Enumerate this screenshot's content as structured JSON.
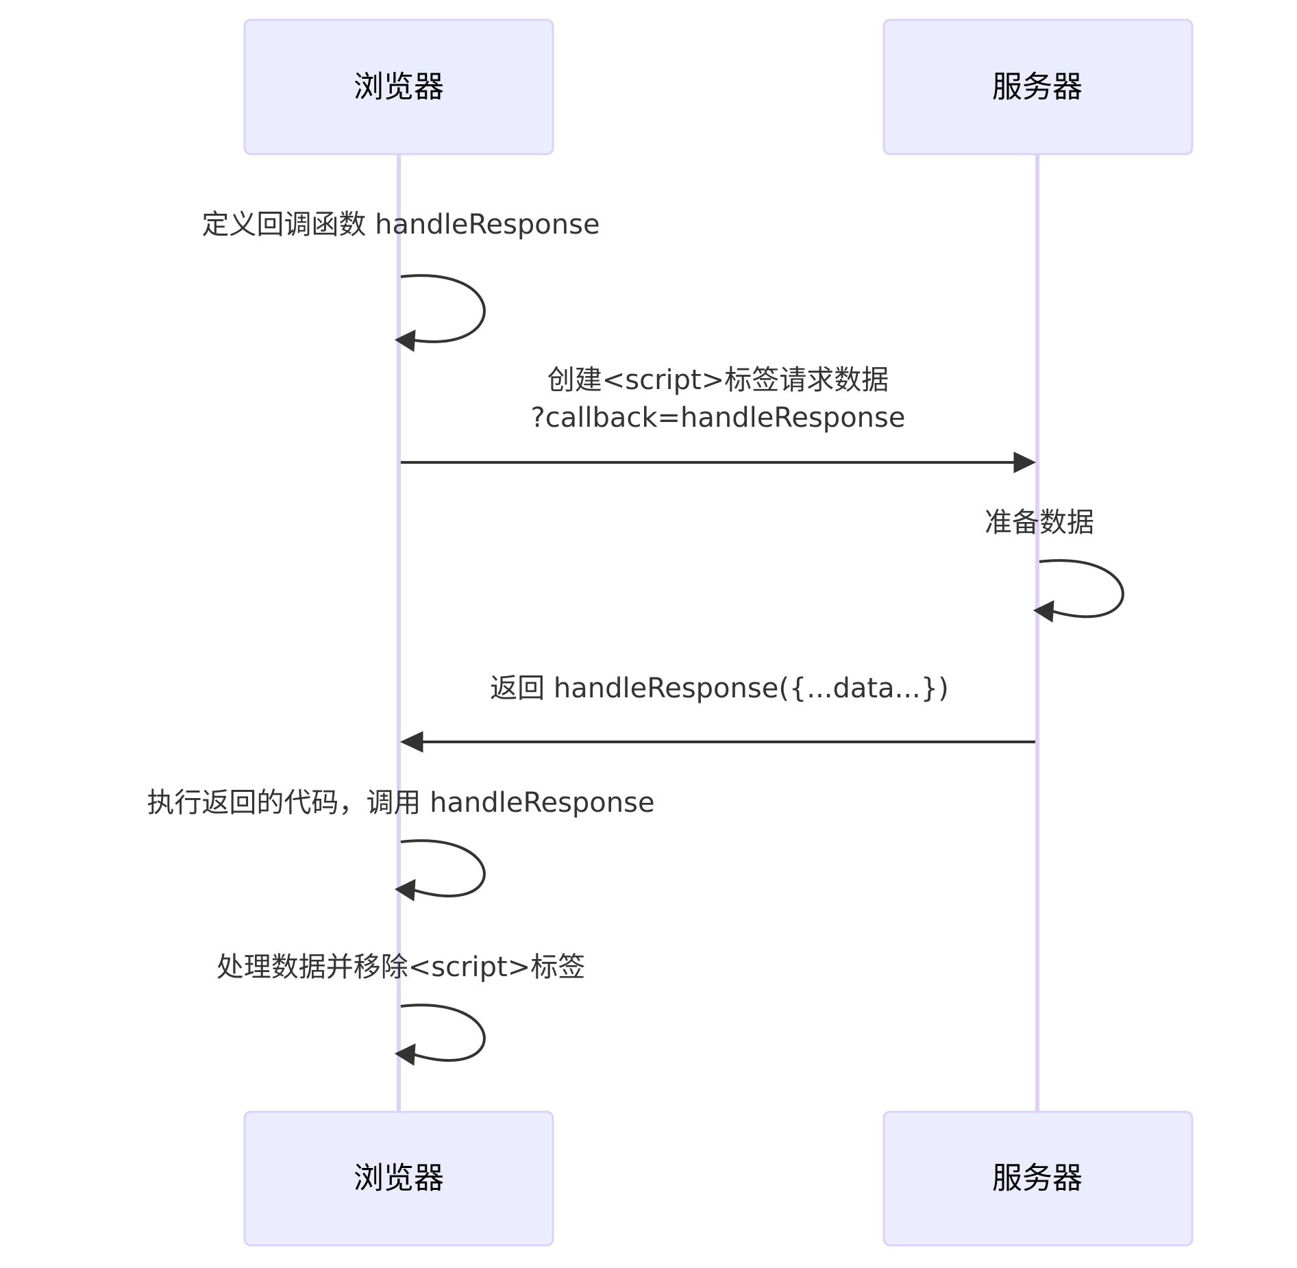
{
  "diagram": {
    "type": "sequence",
    "colors": {
      "actor_fill": "#ECECFF",
      "actor_stroke": "#DDD2F5",
      "lifeline": "#DDD2F5",
      "message": "#333333",
      "actor_text": "#000000"
    },
    "participants": [
      {
        "id": "browser",
        "label": "浏览器"
      },
      {
        "id": "server",
        "label": "服务器"
      }
    ],
    "messages": [
      {
        "from": "browser",
        "to": "browser",
        "lines": [
          "定义回调函数 handleResponse"
        ]
      },
      {
        "from": "browser",
        "to": "server",
        "lines": [
          "创建<script>标签请求数据",
          "?callback=handleResponse"
        ]
      },
      {
        "from": "server",
        "to": "server",
        "lines": [
          "准备数据"
        ]
      },
      {
        "from": "server",
        "to": "browser",
        "lines": [
          "返回 handleResponse({...data...})"
        ]
      },
      {
        "from": "browser",
        "to": "browser",
        "lines": [
          "执行返回的代码，调用 handleResponse"
        ]
      },
      {
        "from": "browser",
        "to": "browser",
        "lines": [
          "处理数据并移除<script>标签"
        ]
      }
    ]
  }
}
